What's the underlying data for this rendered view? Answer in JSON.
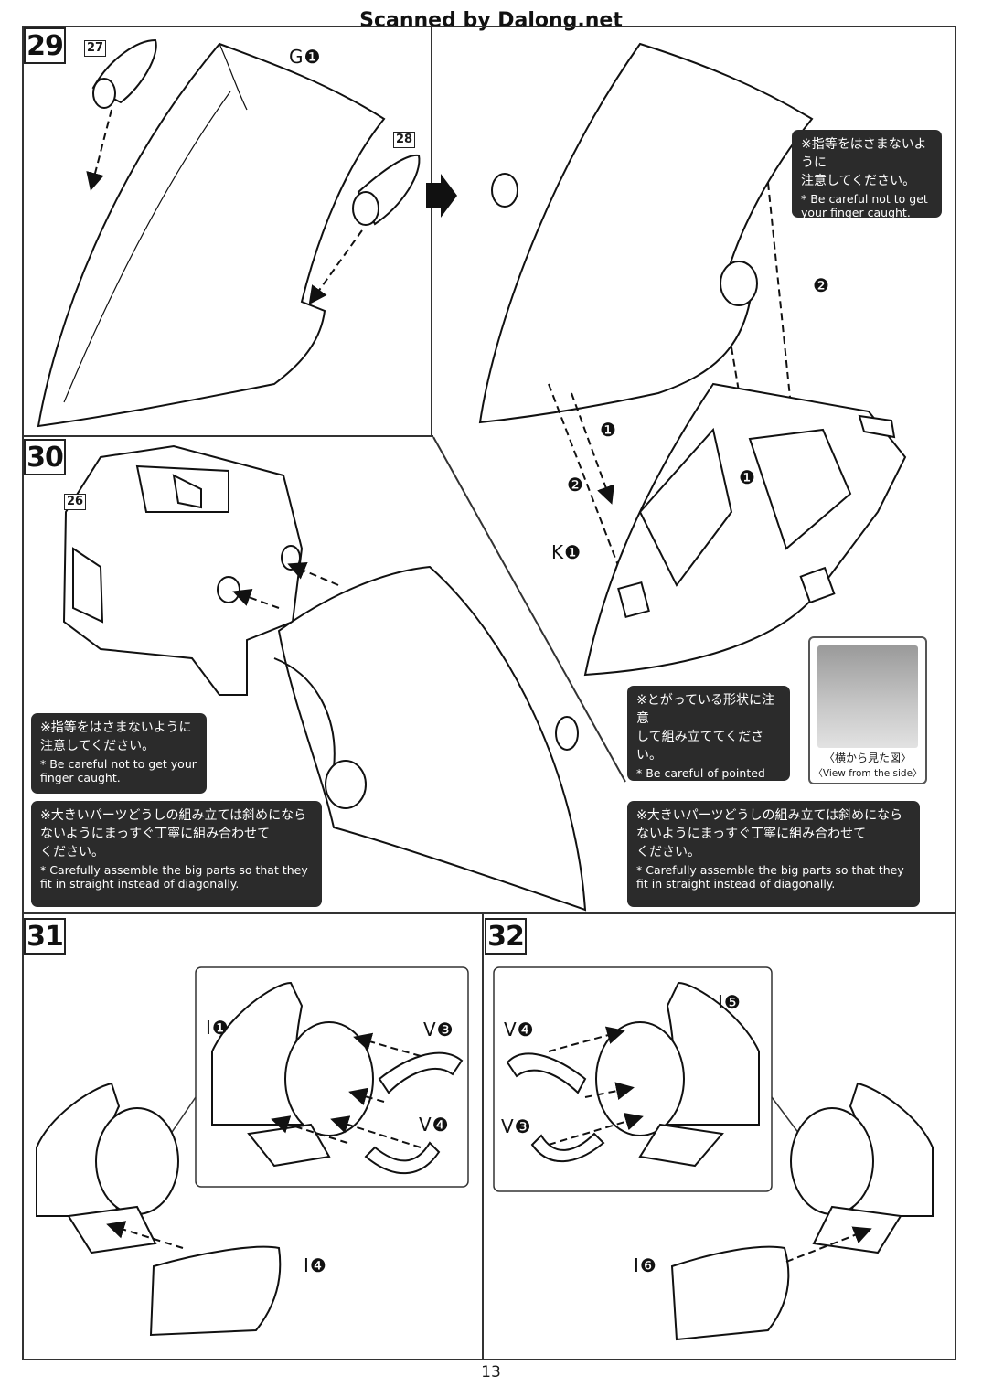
{
  "header": "Scanned by Dalong.net",
  "page_number": "13",
  "steps": {
    "s29": "29",
    "s30": "30",
    "s31": "31",
    "s32": "32"
  },
  "refs": {
    "r27": "27",
    "r28": "28",
    "r26": "26"
  },
  "parts": {
    "g1": "G❶",
    "k1": "K❶",
    "i1": "I❶",
    "v3a": "V❸",
    "v4a": "V❹",
    "i4": "I❹",
    "v4b": "V❹",
    "v3b": "V❸",
    "i5": "I❺",
    "i6": "I❻"
  },
  "order_marks": {
    "m1a": "❶",
    "m1b": "❶",
    "m2a": "❷",
    "m2b": "❷"
  },
  "notes": {
    "finger_jp_1": "※指等をはさまないように",
    "finger_jp_2": "注意してください。",
    "finger_en": "* Be careful not to get your finger caught.",
    "pointed_jp_1": "※とがっている形状に注意",
    "pointed_jp_2": "して組み立ててください。",
    "pointed_en": "* Be careful of pointed parts during the assembly.",
    "straight_jp_1": "※大きいパーツどうしの組み立ては斜めになら",
    "straight_jp_2": "ないようにまっすぐ丁寧に組み合わせて",
    "straight_jp_3": "ください。",
    "straight_en": "* Carefully assemble the big parts so that they fit in straight instead of diagonally."
  },
  "side_view": {
    "jp": "〈横から見た図〉",
    "en": "〈View from the side〉"
  }
}
